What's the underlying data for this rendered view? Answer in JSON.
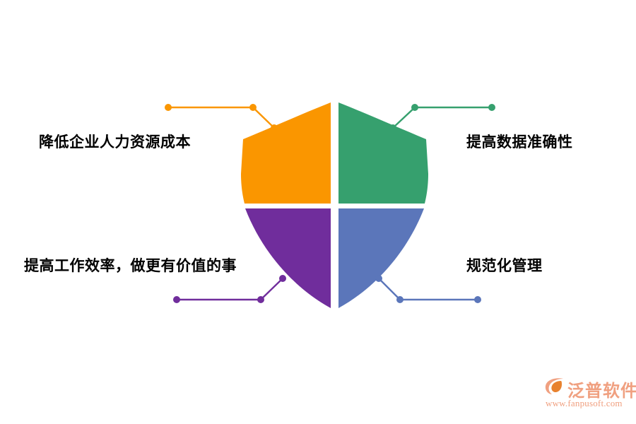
{
  "diagram": {
    "type": "shield-quadrant-infographic",
    "shield": {
      "name": "four-quadrant-shield",
      "quadrants": [
        {
          "id": "top-left",
          "color": "#fa9600",
          "label_ref": "降低企业人力资源成本"
        },
        {
          "id": "top-right",
          "color": "#36a06e",
          "label_ref": "提高数据准确性"
        },
        {
          "id": "bottom-left",
          "color": "#702d9c",
          "label_ref": "提高工作效率，做更有价值的事"
        },
        {
          "id": "bottom-right",
          "color": "#5b76ba",
          "label_ref": "规范化管理"
        }
      ]
    },
    "labels": {
      "top_left": "降低企业人力资源成本",
      "top_right": "提高数据准确性",
      "bottom_left": "提高工作效率，做更有价值的事",
      "bottom_right": "规范化管理"
    },
    "colors": {
      "orange": "#fa9600",
      "green": "#36a06e",
      "purple": "#702d9c",
      "blue": "#5b76ba",
      "text": "#000000",
      "background": "#ffffff",
      "watermark": "#f0a080"
    }
  },
  "watermark": {
    "brand": "泛普软件",
    "url": "www.fanpusoft.com",
    "mark_icon": "swoosh-logo-icon"
  }
}
